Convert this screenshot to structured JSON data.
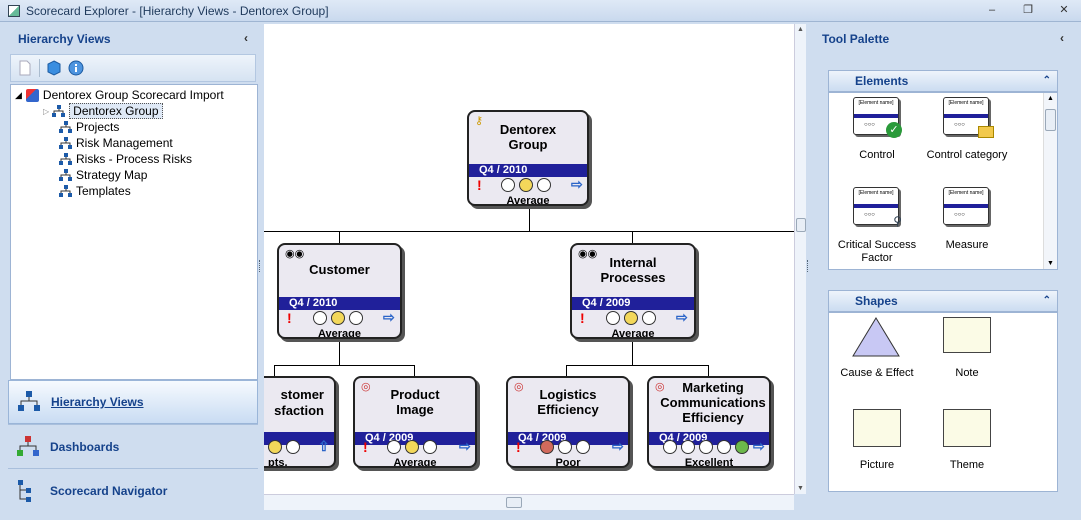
{
  "window": {
    "title": "Scorecard Explorer - [Hierarchy Views - Dentorex Group]"
  },
  "left_panel": {
    "title": "Hierarchy Views",
    "tree": {
      "root": "Dentorex Group Scorecard Import",
      "items": [
        "Dentorex Group",
        "Projects",
        "Risk Management",
        "Risks - Process Risks",
        "Strategy Map",
        "Templates"
      ]
    },
    "nav": [
      {
        "label": "Hierarchy Views",
        "icon": "hierarchy-icon",
        "active": true
      },
      {
        "label": "Dashboards",
        "icon": "dashboard-icon",
        "active": false
      },
      {
        "label": "Scorecard Navigator",
        "icon": "navigator-icon",
        "active": false
      }
    ]
  },
  "nodes": {
    "root": {
      "title": "Dentorex Group",
      "period": "Q4 / 2010",
      "status": "Average"
    },
    "customer": {
      "title": "Customer",
      "period": "Q4 / 2010",
      "status": "Average"
    },
    "internal": {
      "title": "Internal Processes",
      "period": "Q4 / 2009",
      "status": "Average"
    },
    "satisfaction": {
      "title_l1": "stomer",
      "title_l2": "sfaction",
      "status": "pts."
    },
    "product": {
      "title": "Product Image",
      "period": "Q4 / 2009",
      "status": "Average"
    },
    "logistics": {
      "title": "Logistics Efficiency",
      "period": "Q4 / 2009",
      "status": "Poor"
    },
    "marketing": {
      "title_l1": "Marketing",
      "title_l2": "Communications",
      "title_l3": "Efficiency",
      "period": "Q4 / 2009",
      "status": "Excellent"
    }
  },
  "right_panel": {
    "title": "Tool Palette",
    "elements": {
      "title": "Elements",
      "items": [
        "Control",
        "Control category",
        "Critical Success Factor",
        "Measure"
      ],
      "icon_text": "[Element name]"
    },
    "shapes": {
      "title": "Shapes",
      "items": [
        "Cause & Effect",
        "Note",
        "Picture",
        "Theme"
      ]
    }
  },
  "colors": {
    "band": "#20209a",
    "yellow": "#f3d85a",
    "red": "#d26a5c",
    "green": "#6cb84a",
    "accent": "#15428b"
  }
}
